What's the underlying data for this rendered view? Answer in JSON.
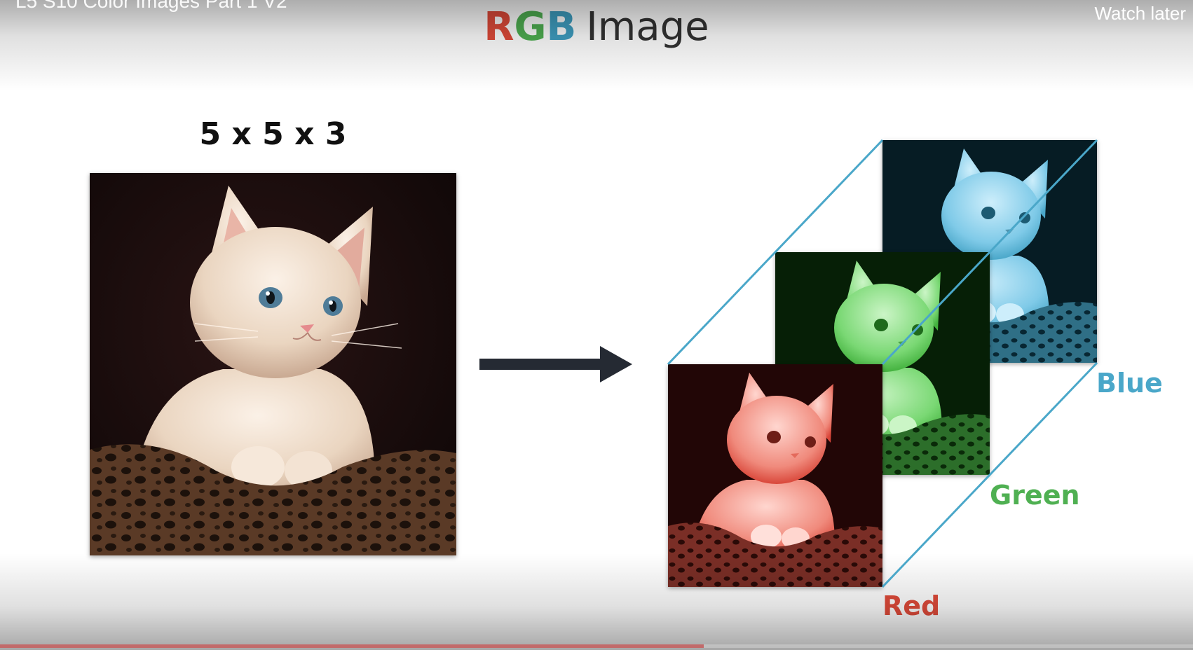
{
  "player": {
    "video_title": "L5 S10 Color Images Part 1 V2",
    "watch_later_label": "Watch later",
    "progress_fraction": 0.59,
    "progress_color": "#c26a6a"
  },
  "slide": {
    "title": {
      "letters": [
        {
          "text": "R",
          "color": "#e04b3a"
        },
        {
          "text": "G",
          "color": "#4fb052"
        },
        {
          "text": "B",
          "color": "#3f9fc2"
        }
      ],
      "word": "Image"
    },
    "dimensions_label": "5 x 5 x 3",
    "images": {
      "original_icon": "kitten-photo",
      "channel_icons": [
        "kitten-blue-channel",
        "kitten-green-channel",
        "kitten-red-channel"
      ]
    },
    "arrow_color": "#252a33",
    "connector_color": "#4aa7c9",
    "channels": [
      {
        "key": "blue",
        "label": "Blue",
        "color": "#4aa7c9"
      },
      {
        "key": "green",
        "label": "Green",
        "color": "#4fb052"
      },
      {
        "key": "red",
        "label": "Red",
        "color": "#e04b3a"
      }
    ]
  }
}
